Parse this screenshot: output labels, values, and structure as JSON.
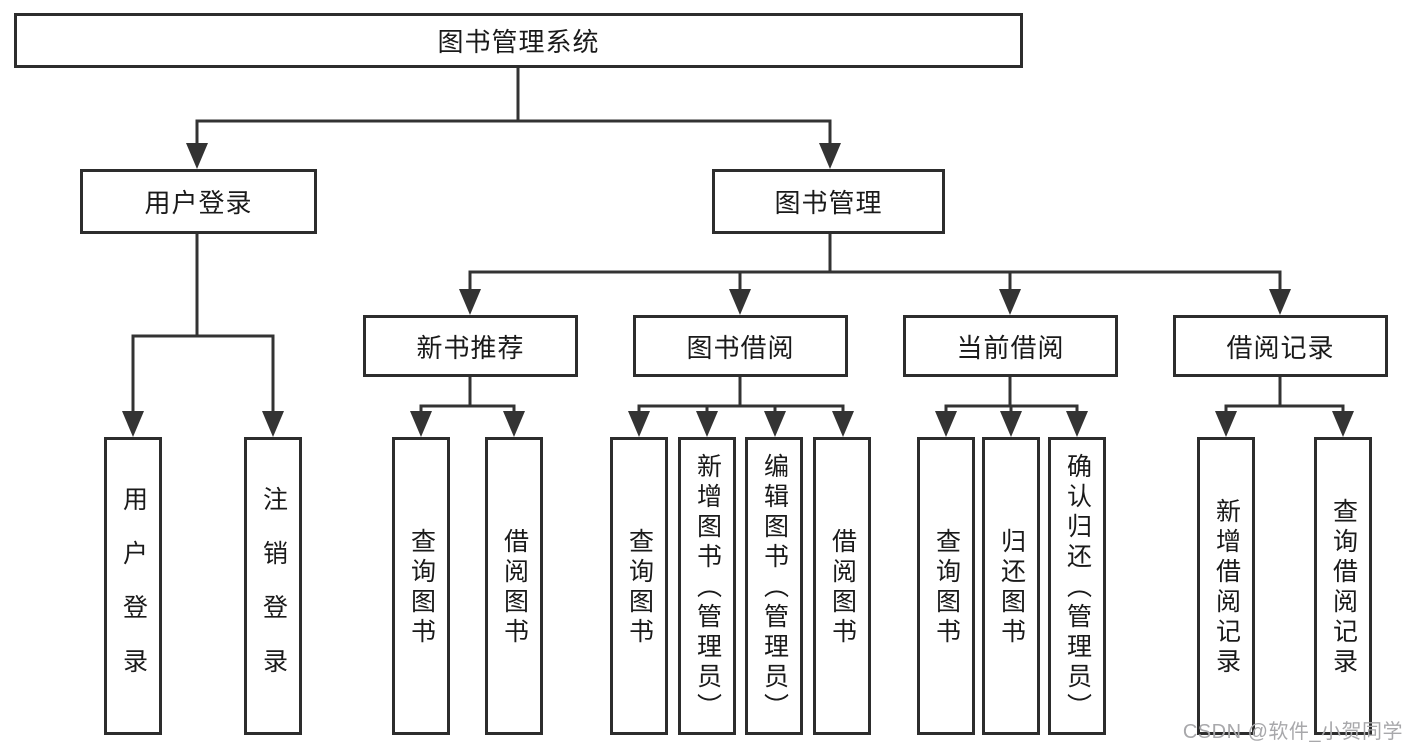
{
  "tree": {
    "root": "图书管理系统",
    "branches": {
      "user_login": "用户登录",
      "book_management": "图书管理"
    },
    "modules": [
      "新书推荐",
      "图书借阅",
      "当前借阅",
      "借阅记录"
    ],
    "user_login_children": [
      "用户登录",
      "注销登录"
    ],
    "new_book_children": [
      "查询图书",
      "借阅图书"
    ],
    "book_borrow_children": [
      "查询图书",
      "新增图书（管理员）",
      "编辑图书（管理员）",
      "借阅图书"
    ],
    "current_borrow_children": [
      "查询图书",
      "归还图书",
      "确认归还（管理员）"
    ],
    "borrow_record_children": [
      "新增借阅记录",
      "查询借阅记录"
    ]
  },
  "watermark": {
    "text": "CSDN @软件_小贺同学",
    "color": "#a8a8ab"
  },
  "colors": {
    "background": "#ffffff",
    "line": "#333333",
    "box_border": "#2d2d2d",
    "text": "#1a1a1a"
  }
}
